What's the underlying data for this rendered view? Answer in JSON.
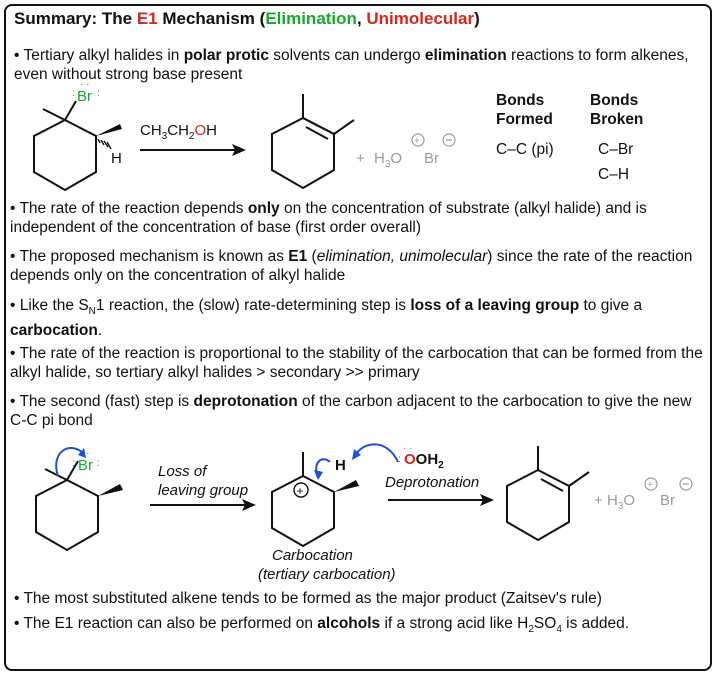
{
  "title": {
    "prefix": "Summary: The ",
    "e1": "E1",
    "mid": " Mechanism (",
    "elim": "Elimination",
    "comma": ", ",
    "unimol": "Unimolecular",
    "end": ")"
  },
  "bullet1": {
    "t1": "Tertiary alkyl halides in ",
    "b1": "polar protic",
    "t2": " solvents can undergo ",
    "b2": "elimination",
    "t3": " reactions to form alkenes, even without strong base present"
  },
  "scheme1": {
    "br": "Br",
    "h": "H",
    "reagent_a": "CH",
    "reagent_sub1": "3",
    "reagent_b": "CH",
    "reagent_sub2": "2",
    "reagent_o": "O",
    "reagent_h": "H",
    "plus": "+",
    "h3o": "H",
    "h3o_sub": "3",
    "h3o_o": "O",
    "br_ion": "Br"
  },
  "bonds_table": {
    "formed_1": "Bonds",
    "formed_2": "Formed",
    "broken_1": "Bonds",
    "broken_2": "Broken",
    "formed_val": "C–C (pi)",
    "broken_val1": "C–Br",
    "broken_val2": "C–H"
  },
  "bullet2": {
    "t1": "The rate of the reaction depends ",
    "b1": "only",
    "t2": " on the concentration of substrate (alkyl halide) and is independent of the concentration of base (first order overall)"
  },
  "bullet3": {
    "t1": "The proposed mechanism is known as ",
    "b1": "E1",
    "t2": " (",
    "i1": "elimination, unimolecular",
    "t3": ") since the rate of the reaction depends only on the concentration of alkyl halide"
  },
  "bullet4": {
    "t1": "Like the S",
    "sub": "N",
    "t2": "1 reaction, the (slow) rate-determining step is ",
    "b1": "loss of a leaving group",
    "t3": " to give a ",
    "b2": "carbocation",
    "t4": "."
  },
  "bullet5": {
    "t1": "The rate of the reaction is proportional to the stability of the carbocation that can be formed from the alkyl halide, so tertiary alkyl halides  > secondary >> primary"
  },
  "bullet6": {
    "t1": "The second (fast) step is ",
    "b1": "deprotonation",
    "t2": " of the carbon adjacent to the carbocation to give the new C-C pi bond"
  },
  "scheme2": {
    "br": "Br",
    "loss_1": "Loss of",
    "loss_2": "leaving group",
    "plus_charge": "+",
    "h": "H",
    "water_o": "OH",
    "water_sub": "2",
    "deprot": "Deprotonation",
    "carbo_1": "Carbocation",
    "carbo_2": "(tertiary carbocation)",
    "prod_plus": "+",
    "h3o": "H",
    "h3o_sub": "3",
    "h3o_o": "O",
    "br_ion": "Br"
  },
  "bullet7": {
    "t1": "The most substituted alkene tends to be formed as the major product (Zaitsev's rule)"
  },
  "bullet8": {
    "t1": "The E1 reaction can also be performed on ",
    "b1": "alcohols",
    "t2": " if a strong acid like H",
    "sub": "2",
    "t3": "SO",
    "sub2": "4",
    "t4": " is added."
  },
  "colors": {
    "green": "#18a82f",
    "red": "#d5261e",
    "blue": "#1d4fd8",
    "grey": "#9a9a9a"
  }
}
